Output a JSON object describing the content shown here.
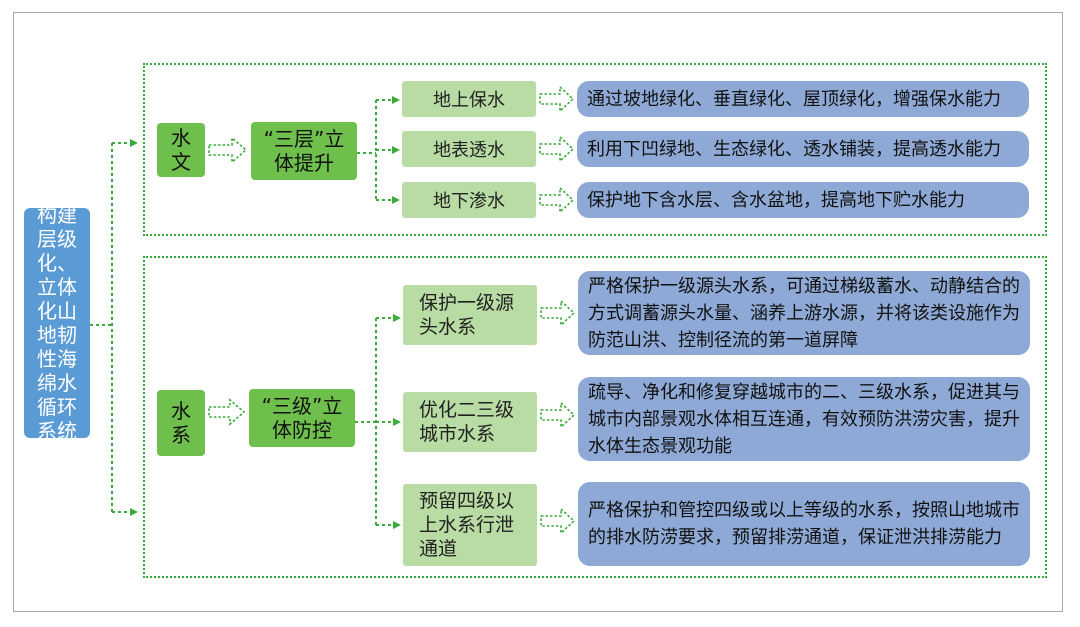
{
  "root_label": "构建层级化、立体化山地韧性海绵水循环系统",
  "hydrology": {
    "label": "水文",
    "strategy": "“三层”立体提升",
    "items": [
      {
        "name": "地上保水",
        "desc": "通过坡地绿化、垂直绿化、屋顶绿化，增强保水能力"
      },
      {
        "name": "地表透水",
        "desc": "利用下凹绿地、生态绿化、透水铺装，提高透水能力"
      },
      {
        "name": "地下渗水",
        "desc": "保护地下含水层、含水盆地，提高地下贮水能力"
      }
    ]
  },
  "water_system": {
    "label": "水系",
    "strategy": "“三级”立体防控",
    "items": [
      {
        "name": "保护一级源头水系",
        "desc": "严格保护一级源头水系，可通过梯级蓄水、动静结合的方式调蓄源头水量、涵养上游水源，并将该类设施作为防范山洪、控制径流的第一道屏障"
      },
      {
        "name": "优化二三级城市水系",
        "desc": "疏导、净化和修复穿越城市的二、三级水系，促进其与城市内部景观水体相互连通，有效预防洪涝灾害，提升水体生态景观功能"
      },
      {
        "name": "预留四级以上水系行泄通道",
        "desc": "严格保护和管控四级或以上等级的水系，按照山地城市的排水防涝要求，预留排涝通道，保证泄洪排涝能力"
      }
    ]
  },
  "colors": {
    "root": "#5b9bd5",
    "dark_green": "#6fbf4c",
    "light_green": "#b8dca3",
    "desc_blue": "#8ea9d6",
    "line_green": "#3aaa3a"
  }
}
